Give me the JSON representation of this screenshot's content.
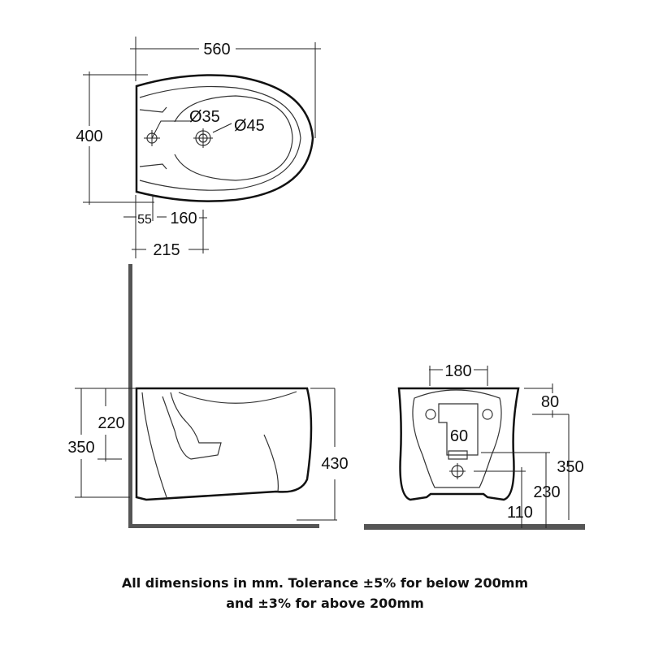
{
  "top_view": {
    "width": "560",
    "depth": "400",
    "tap_hole": "Ø35",
    "waste_hole": "Ø45",
    "offset_a": "55",
    "offset_b": "160",
    "offset_c": "215"
  },
  "side_view": {
    "rim_to_fixing": "220",
    "fixing_height": "350",
    "rim_height": "430"
  },
  "rear_view": {
    "fixing_spacing": "180",
    "top_to_fixing": "80",
    "pipe_spacing": "60",
    "fixing_height": "350",
    "inlet_height": "230",
    "waste_height": "110"
  },
  "footer": {
    "line1": "All dimensions in mm. Tolerance ±5% for below 200mm",
    "line2": "and ±3% for above 200mm"
  }
}
